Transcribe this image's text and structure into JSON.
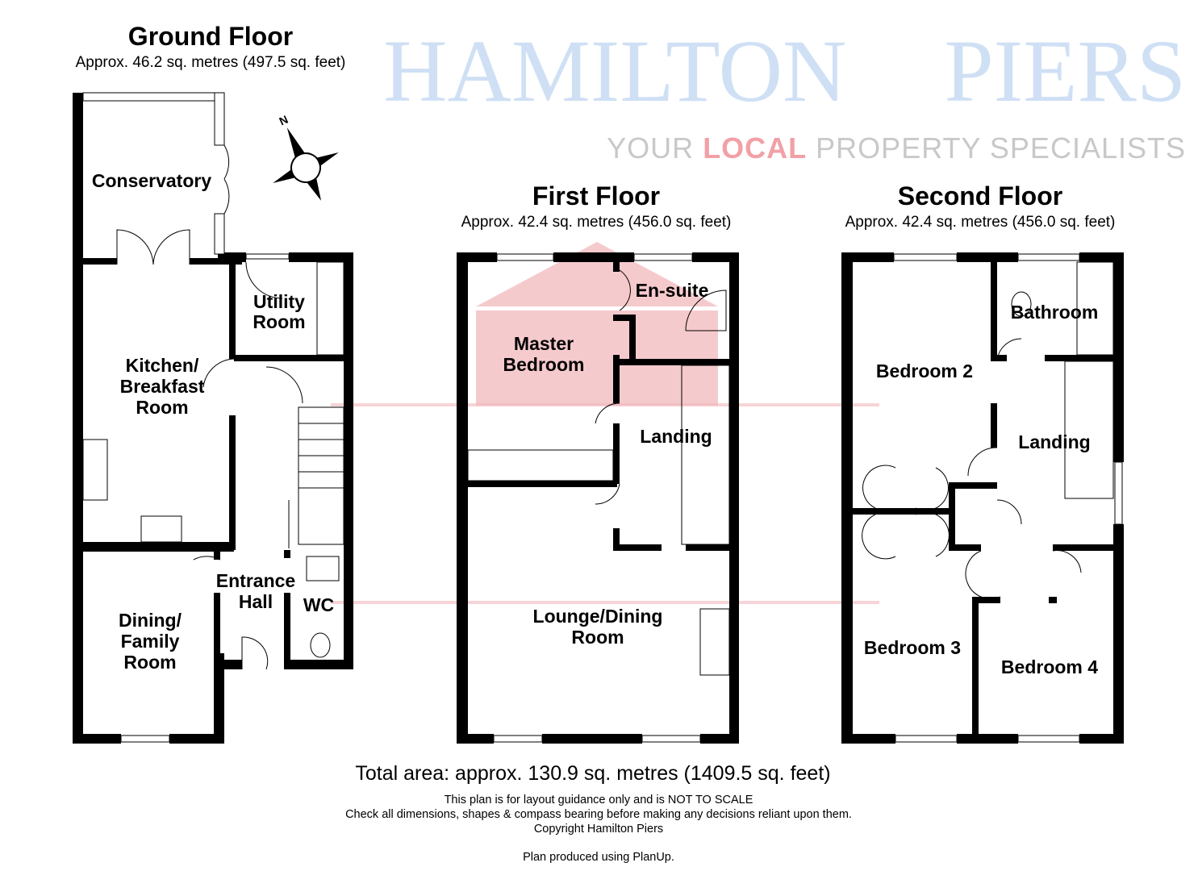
{
  "floors": [
    {
      "title": "Ground Floor",
      "area": "Approx. 46.2 sq. metres (497.5 sq. feet)",
      "rooms": [
        "Conservatory",
        "Utility",
        "Room",
        "Kitchen/",
        "Breakfast",
        "Room",
        "Dining/",
        "Family",
        "Room",
        "Entrance",
        "Hall",
        "WC"
      ]
    },
    {
      "title": "First Floor",
      "area": "Approx. 42.4 sq. metres (456.0 sq. feet)",
      "rooms": [
        "En-suite",
        "Master",
        "Bedroom",
        "Landing",
        "Lounge/Dining",
        "Room"
      ]
    },
    {
      "title": "Second Floor",
      "area": "Approx. 42.4 sq. metres (456.0 sq. feet)",
      "rooms": [
        "Bathroom",
        "Bedroom 2",
        "Landing",
        "Bedroom 3",
        "Bedroom 4"
      ]
    }
  ],
  "compass": {
    "label": "N"
  },
  "watermark": {
    "line1": "HAMILTON",
    "line2": "PIERS",
    "tagline_a": "YOUR ",
    "tagline_b": "LOCAL",
    "tagline_c": " PROPERTY SPECIALISTS"
  },
  "footer": {
    "total": "Total area: approx. 130.9 sq. metres (1409.5 sq. feet)",
    "note1": "This plan is for layout guidance only and is NOT TO SCALE",
    "note2": "Check all dimensions, shapes & compass bearing before making any decisions reliant upon them.",
    "note3": "Copyright Hamilton Piers",
    "note4": "Plan produced using PlanUp."
  },
  "colors": {
    "wall": "#000000",
    "watermark_blue": "#cfe0f5",
    "watermark_red": "#f2b8bc"
  }
}
